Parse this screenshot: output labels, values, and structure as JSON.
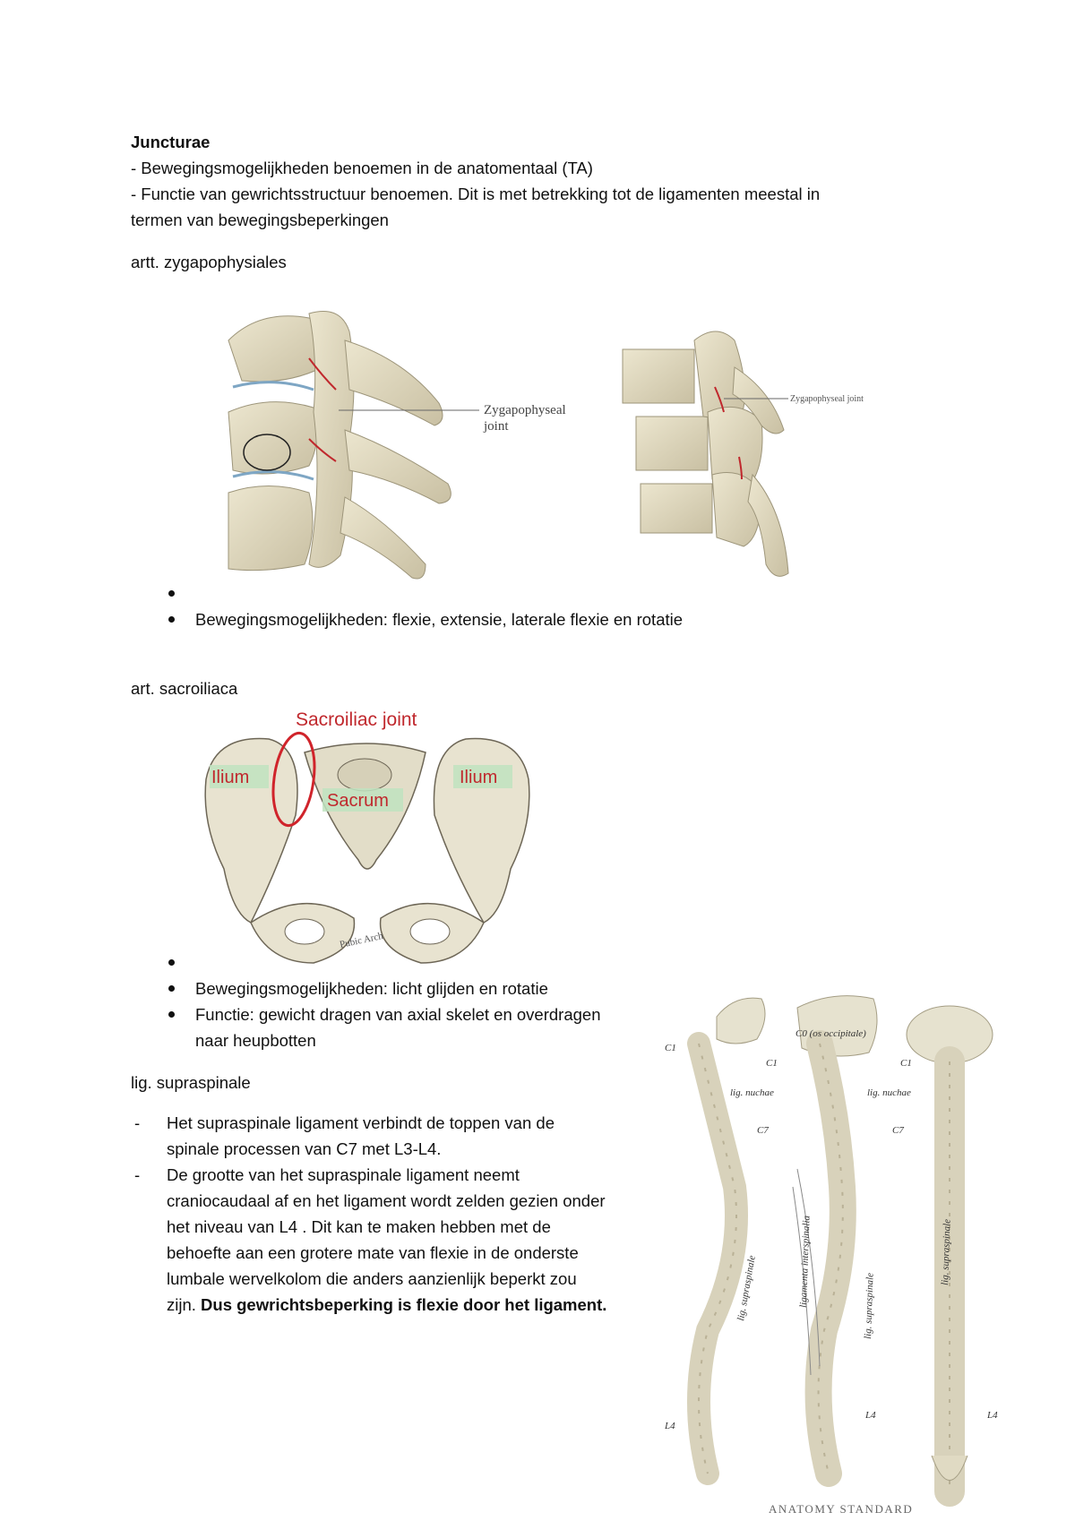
{
  "heading": "Juncturae",
  "intro": [
    "- Bewegingsmogelijkheden benoemen in de anatomentaal (TA)",
    "- Functie van gewrichtsstructuur benoemen. Dit is met betrekking tot de ligamenten meestal in",
    "termen van bewegingsbeperkingen"
  ],
  "sections": {
    "zygapophysiales": {
      "title": "artt.  zygapophysiales",
      "figure_label_left": [
        "Zygapophyseal",
        "joint"
      ],
      "figure_label_right": "Zygapophyseal joint",
      "bullet_text": "Bewegingsmogelijkheden: flexie, extensie, laterale flexie en rotatie"
    },
    "sacroiliaca": {
      "title": "art. sacroiliaca",
      "figure_labels": {
        "joint": "Sacroiliac joint",
        "ilium_left": "Ilium",
        "sacrum": "Sacrum",
        "ilium_right": "Ilium",
        "pubic": "Pubic Arch"
      },
      "bullet1": "Bewegingsmogelijkheden: licht glijden en rotatie",
      "bullet2_lines": [
        "Functie: gewicht dragen van axial skelet en overdragen",
        "naar heupbotten"
      ]
    },
    "supraspinale": {
      "title": "lig. supraspinale",
      "item1_lines": [
        "Het supraspinale ligament verbindt de toppen van de",
        "spinale processen van C7 met L3-L4."
      ],
      "item2_lines": [
        "De grootte van het supraspinale ligament neemt",
        "craniocaudaal af en het ligament wordt zelden gezien onder",
        "het niveau van L4 . Dit kan te maken hebben met de",
        "behoefte aan een grotere mate van flexie in de onderste",
        "lumbale wervelkolom die anders aanzienlijk beperkt zou"
      ],
      "item2_last_plain": "zijn. ",
      "item2_last_bold": "Dus gewrichtsbeperking is flexie door het ligament.",
      "spine_labels": {
        "c1_a": "C1",
        "l4_a": "L4",
        "lig_supra_a": "lig. supraspinale",
        "c0": "C0 (os occipitale)",
        "c1_b": "C1",
        "lig_nuchae_b": "lig. nuchae",
        "c7_b": "C7",
        "lig_inter": "ligamenta interspinalia",
        "lig_supra_b": "lig. supraspinale",
        "l4_b": "L4",
        "c1_c": "C1",
        "lig_nuchae_c": "lig. nuchae",
        "c7_c": "C7",
        "lig_supra_c": "lig. supraspinale",
        "l4_c": "L4",
        "watermark": "ANATOMY STANDARD"
      }
    }
  },
  "colors": {
    "text": "#111111",
    "bone": "#e3ddc4",
    "bone_shadow": "#b9b196",
    "joint_red": "#c0282d",
    "label_green": "#bfe3bf"
  }
}
